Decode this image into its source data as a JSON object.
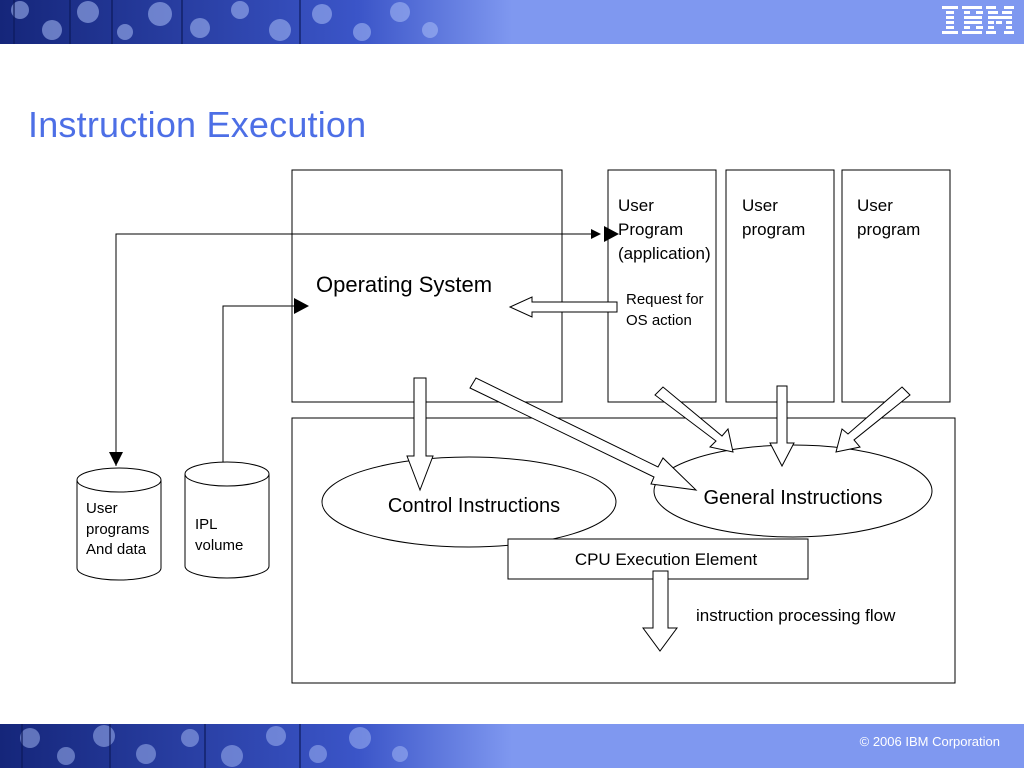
{
  "slide": {
    "title": "Instruction Execution",
    "copyright": "© 2006 IBM Corporation",
    "logo_text": "IBM"
  },
  "colors": {
    "title": "#4d6fe6",
    "banner_dark": "#1b2f86",
    "banner_light": "#7f98f0",
    "line": "#000000",
    "background": "#ffffff"
  },
  "diagram": {
    "os_box": {
      "label": "Operating System"
    },
    "user_programs": [
      {
        "lines": [
          "User",
          "Program",
          "(application)"
        ]
      },
      {
        "lines": [
          "User",
          "program"
        ]
      },
      {
        "lines": [
          "User",
          "program"
        ]
      }
    ],
    "request_label": {
      "lines": [
        "Request for",
        "OS action"
      ]
    },
    "control_instructions": "Control Instructions",
    "general_instructions": "General Instructions",
    "cpu_element": "CPU Execution Element",
    "flow_label": "instruction processing flow",
    "disk_user": {
      "lines": [
        "User",
        "programs",
        "And data"
      ]
    },
    "disk_ipl": {
      "lines": [
        "IPL",
        "volume"
      ]
    }
  }
}
